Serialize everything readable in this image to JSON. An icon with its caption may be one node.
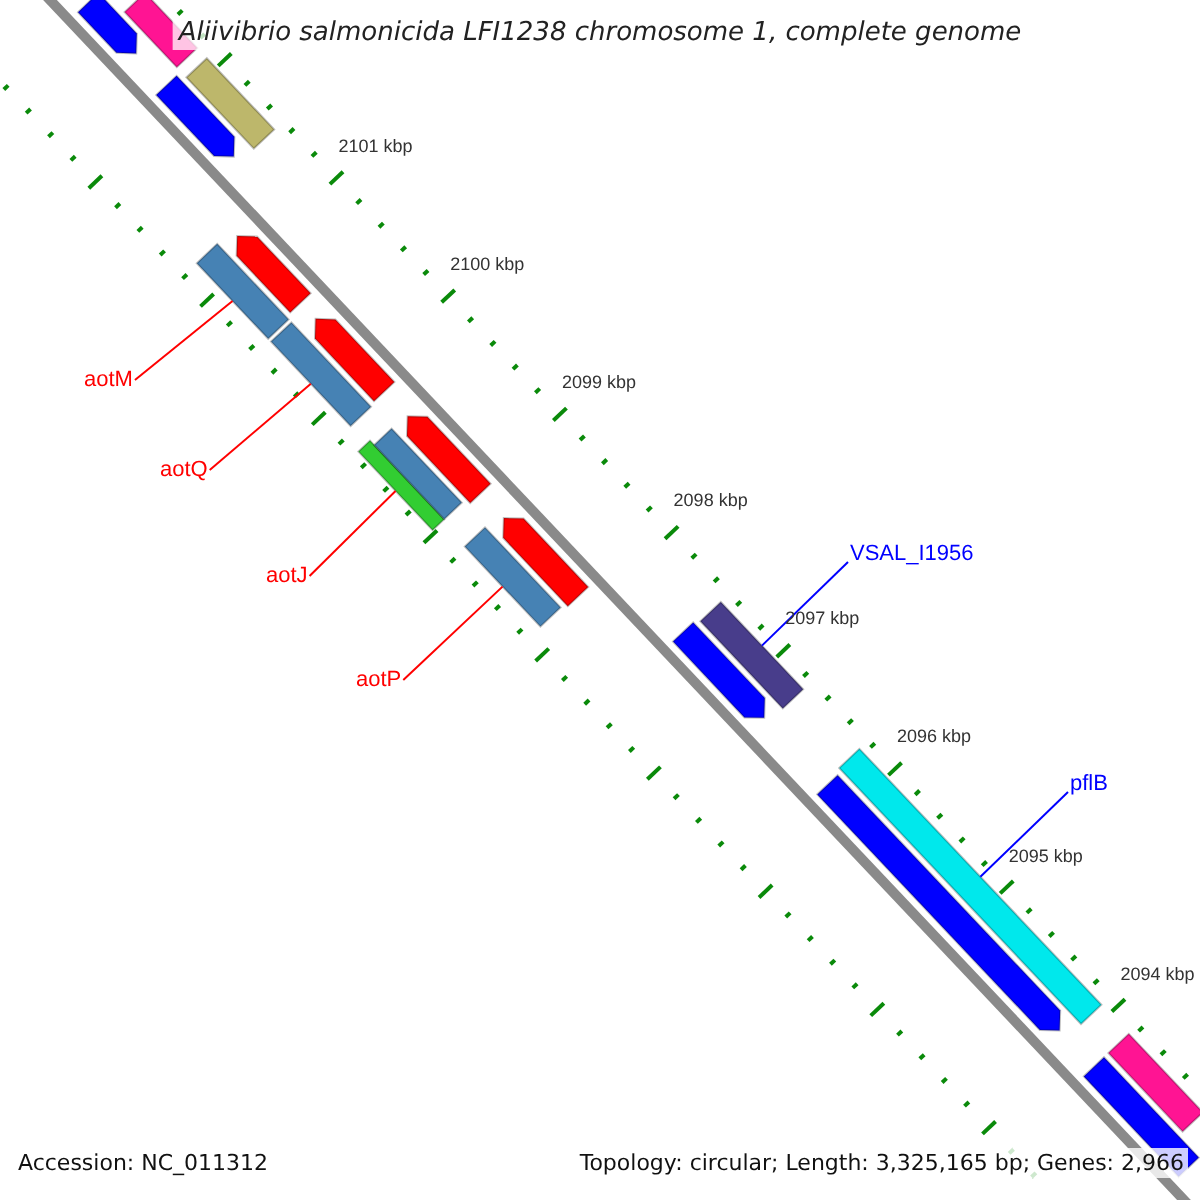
{
  "diagram": {
    "title": "Aliivibrio salmonicida LFI1238 chromosome 1, complete genome",
    "nodes": [
      {
        "text": [
          "aotM"
        ]
      },
      {
        "text": [
          "aotQ"
        ]
      },
      {
        "text": [
          "aotJ"
        ]
      },
      {
        "text": [
          "aotP"
        ]
      },
      {
        "text": [
          "VSAL_I1956"
        ]
      },
      {
        "text": [
          "pflB"
        ]
      },
      {
        "text": [],
        "shape": "bar"
      },
      {
        "text": [],
        "shape": "bar"
      },
      {
        "text": [],
        "shape": "bar"
      },
      {
        "text": [],
        "shape": "bar"
      },
      {
        "text": [],
        "shape": "bar"
      },
      {
        "text": [],
        "shape": "bar"
      },
      {
        "text": [],
        "shape": "bar"
      },
      {
        "text": [],
        "shape": "bar"
      },
      {
        "text": [],
        "shape": "bar"
      },
      {
        "text": [],
        "shape": "bar"
      },
      {
        "text": [],
        "shape": "bar"
      },
      {
        "text": [],
        "shape": "bar"
      },
      {
        "text": [],
        "shape": "bar"
      },
      {
        "text": [],
        "shape": "bar"
      },
      {
        "text": [],
        "shape": "bar"
      },
      {
        "text": [],
        "shape": "bar"
      },
      {
        "text": [],
        "shape": "bar"
      },
      {
        "text": [],
        "shape": "bar"
      },
      {
        "text": [],
        "shape": "bar"
      }
    ],
    "edges": [
      {
        "from": 0,
        "to": 14,
        "arrow": "none"
      },
      {
        "from": 1,
        "to": 15,
        "arrow": "none"
      },
      {
        "from": 2,
        "to": 16,
        "arrow": "none"
      },
      {
        "from": 3,
        "to": 18,
        "arrow": "none"
      },
      {
        "from": 4,
        "to": 19,
        "arrow": "none",
        "color": "#0000ff"
      },
      {
        "from": 5,
        "to": 21,
        "arrow": "none",
        "color": "#0000ff"
      }
    ],
    "labels": [
      "2101 kbp",
      "2100 kbp",
      "2099 kbp",
      "2098 kbp",
      "2097 kbp",
      "2096 kbp",
      "2095 kbp",
      "2094 kbp",
      "Accession: NC_011312",
      "Topology: circular; Length: 3,325,165 bp; Genes: 2,966"
    ]
  }
}
